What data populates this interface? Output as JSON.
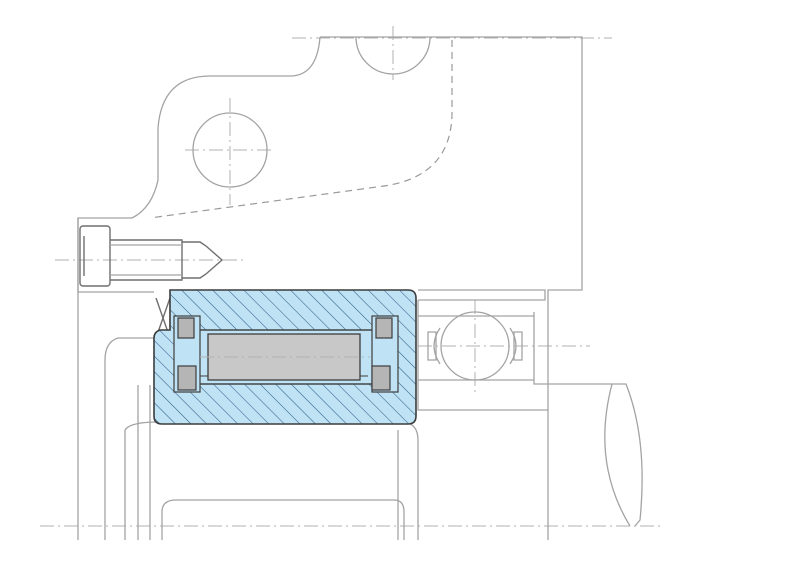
{
  "drawing": {
    "type": "technical-cross-section",
    "colors": {
      "background": "#ffffff",
      "outline": "#a3a3a3",
      "section_fill": "#bfe3f5",
      "section_stroke": "#3c3c3c",
      "hatch": "#2f5f86",
      "cage": "#8a8a8a",
      "roller": "#c8c8c8",
      "centerline": "#b2b2b2"
    },
    "components": [
      "housing-bracket",
      "cap-screw",
      "clutch-bearing-section",
      "cylindrical-roller",
      "cage-blocks",
      "ball-bearing",
      "shaft",
      "hub"
    ]
  }
}
